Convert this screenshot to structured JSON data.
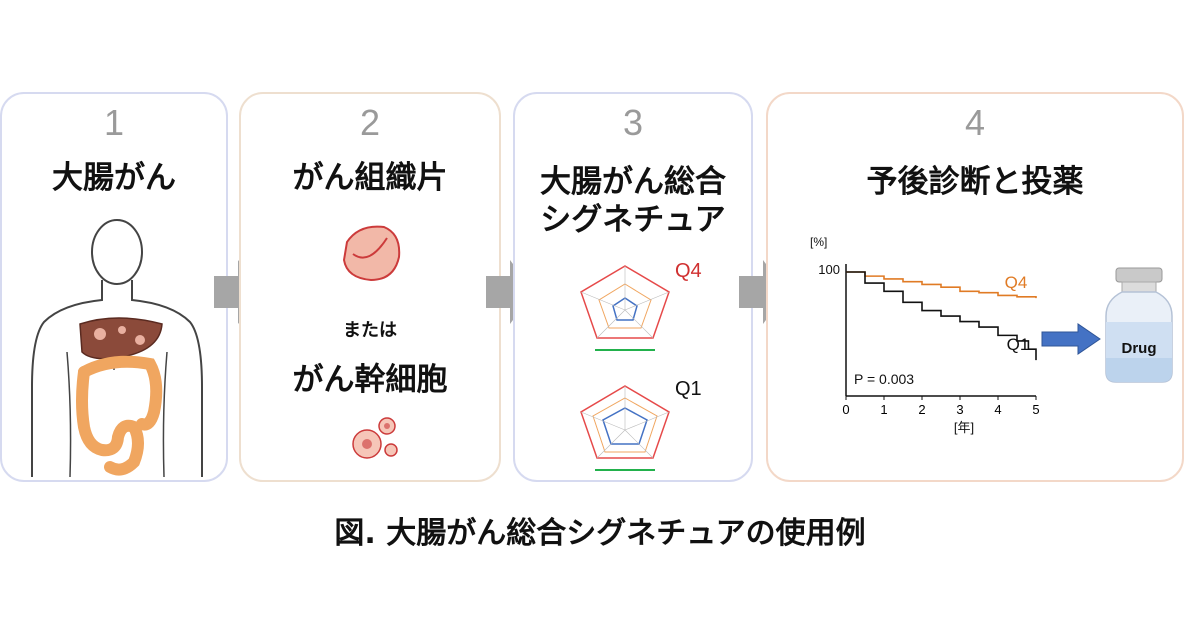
{
  "steps": [
    {
      "number": "1",
      "title": "大腸がん"
    },
    {
      "number": "2",
      "title": "がん組織片",
      "connector": "または",
      "title2": "がん幹細胞"
    },
    {
      "number": "3",
      "title_line1": "大腸がん総合",
      "title_line2": "シグネチュア",
      "label_high": "Q4",
      "label_low": "Q1"
    },
    {
      "number": "4",
      "title": "予後診断と投薬",
      "drug_label": "Drug"
    }
  ],
  "chart_data": {
    "type": "line",
    "ylabel": "[%]",
    "xlabel": "[年]",
    "x_ticks": [
      "0",
      "1",
      "2",
      "3",
      "4",
      "5"
    ],
    "y_tick_label": "100",
    "xlim": [
      0,
      5
    ],
    "ylim": [
      0,
      100
    ],
    "annotation": "P = 0.003",
    "series": [
      {
        "name": "Q4",
        "color": "#e07b25",
        "x": [
          0,
          0.5,
          1,
          1.5,
          2,
          2.5,
          3,
          3.5,
          4,
          4.5,
          5
        ],
        "y": [
          100,
          98.5,
          97.5,
          96.5,
          95.5,
          94.5,
          93,
          92.5,
          91.5,
          91,
          90.5
        ]
      },
      {
        "name": "Q1",
        "color": "#111111",
        "x": [
          0,
          0.5,
          1,
          1.5,
          2,
          2.5,
          3,
          3.5,
          4,
          4.5,
          4.8,
          5
        ],
        "y": [
          100,
          96,
          93,
          89,
          86,
          84,
          82,
          80,
          77,
          75,
          72,
          68
        ]
      }
    ]
  },
  "colors": {
    "arrow": "#a6a6a6",
    "blue_arrow": "#4472c4",
    "organ": "#f0a660",
    "tissue": "#cc3b3b"
  },
  "caption": "図. 大腸がん総合シグネチュアの使用例"
}
